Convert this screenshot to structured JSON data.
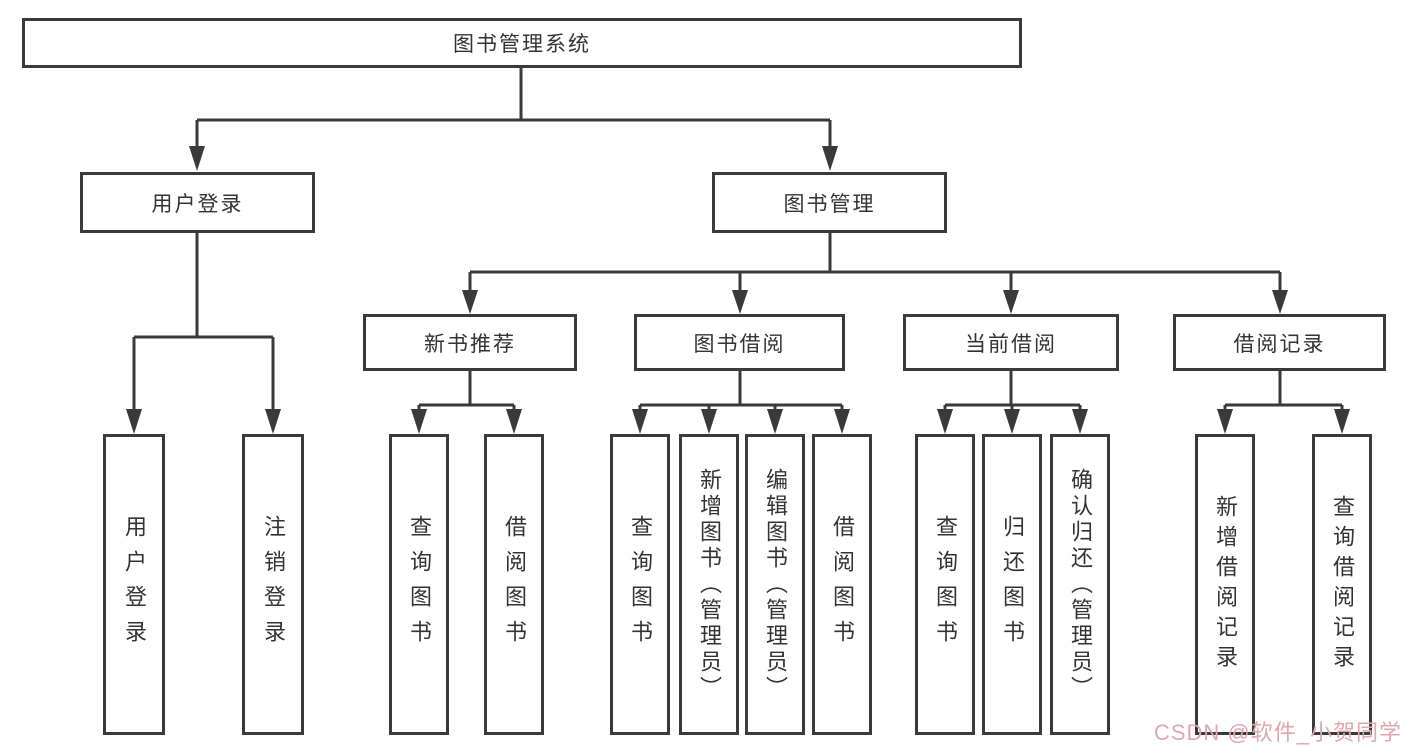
{
  "diagram": {
    "root": "图书管理系统",
    "level2": {
      "user_login": "用户登录",
      "book_management": "图书管理"
    },
    "level3": {
      "new_book_recommend": "新书推荐",
      "book_borrow": "图书借阅",
      "current_borrow": "当前借阅",
      "borrow_records": "借阅记录"
    },
    "leaves": {
      "user_login": [
        "用户登录",
        "注销登录"
      ],
      "new_book_recommend": [
        "查询图书",
        "借阅图书"
      ],
      "book_borrow": [
        "查询图书",
        "新增图书（管理员）",
        "编辑图书（管理员）",
        "借阅图书"
      ],
      "current_borrow": [
        "查询图书",
        "归还图书",
        "确认归还（管理员）"
      ],
      "borrow_records": [
        "新增借阅记录",
        "查询借阅记录"
      ]
    }
  },
  "watermark": "CSDN @软件_小贺同学",
  "colors": {
    "line": "#3a3a3a",
    "text": "#333333",
    "watermark": "#dfa7b0",
    "background": "#ffffff"
  }
}
